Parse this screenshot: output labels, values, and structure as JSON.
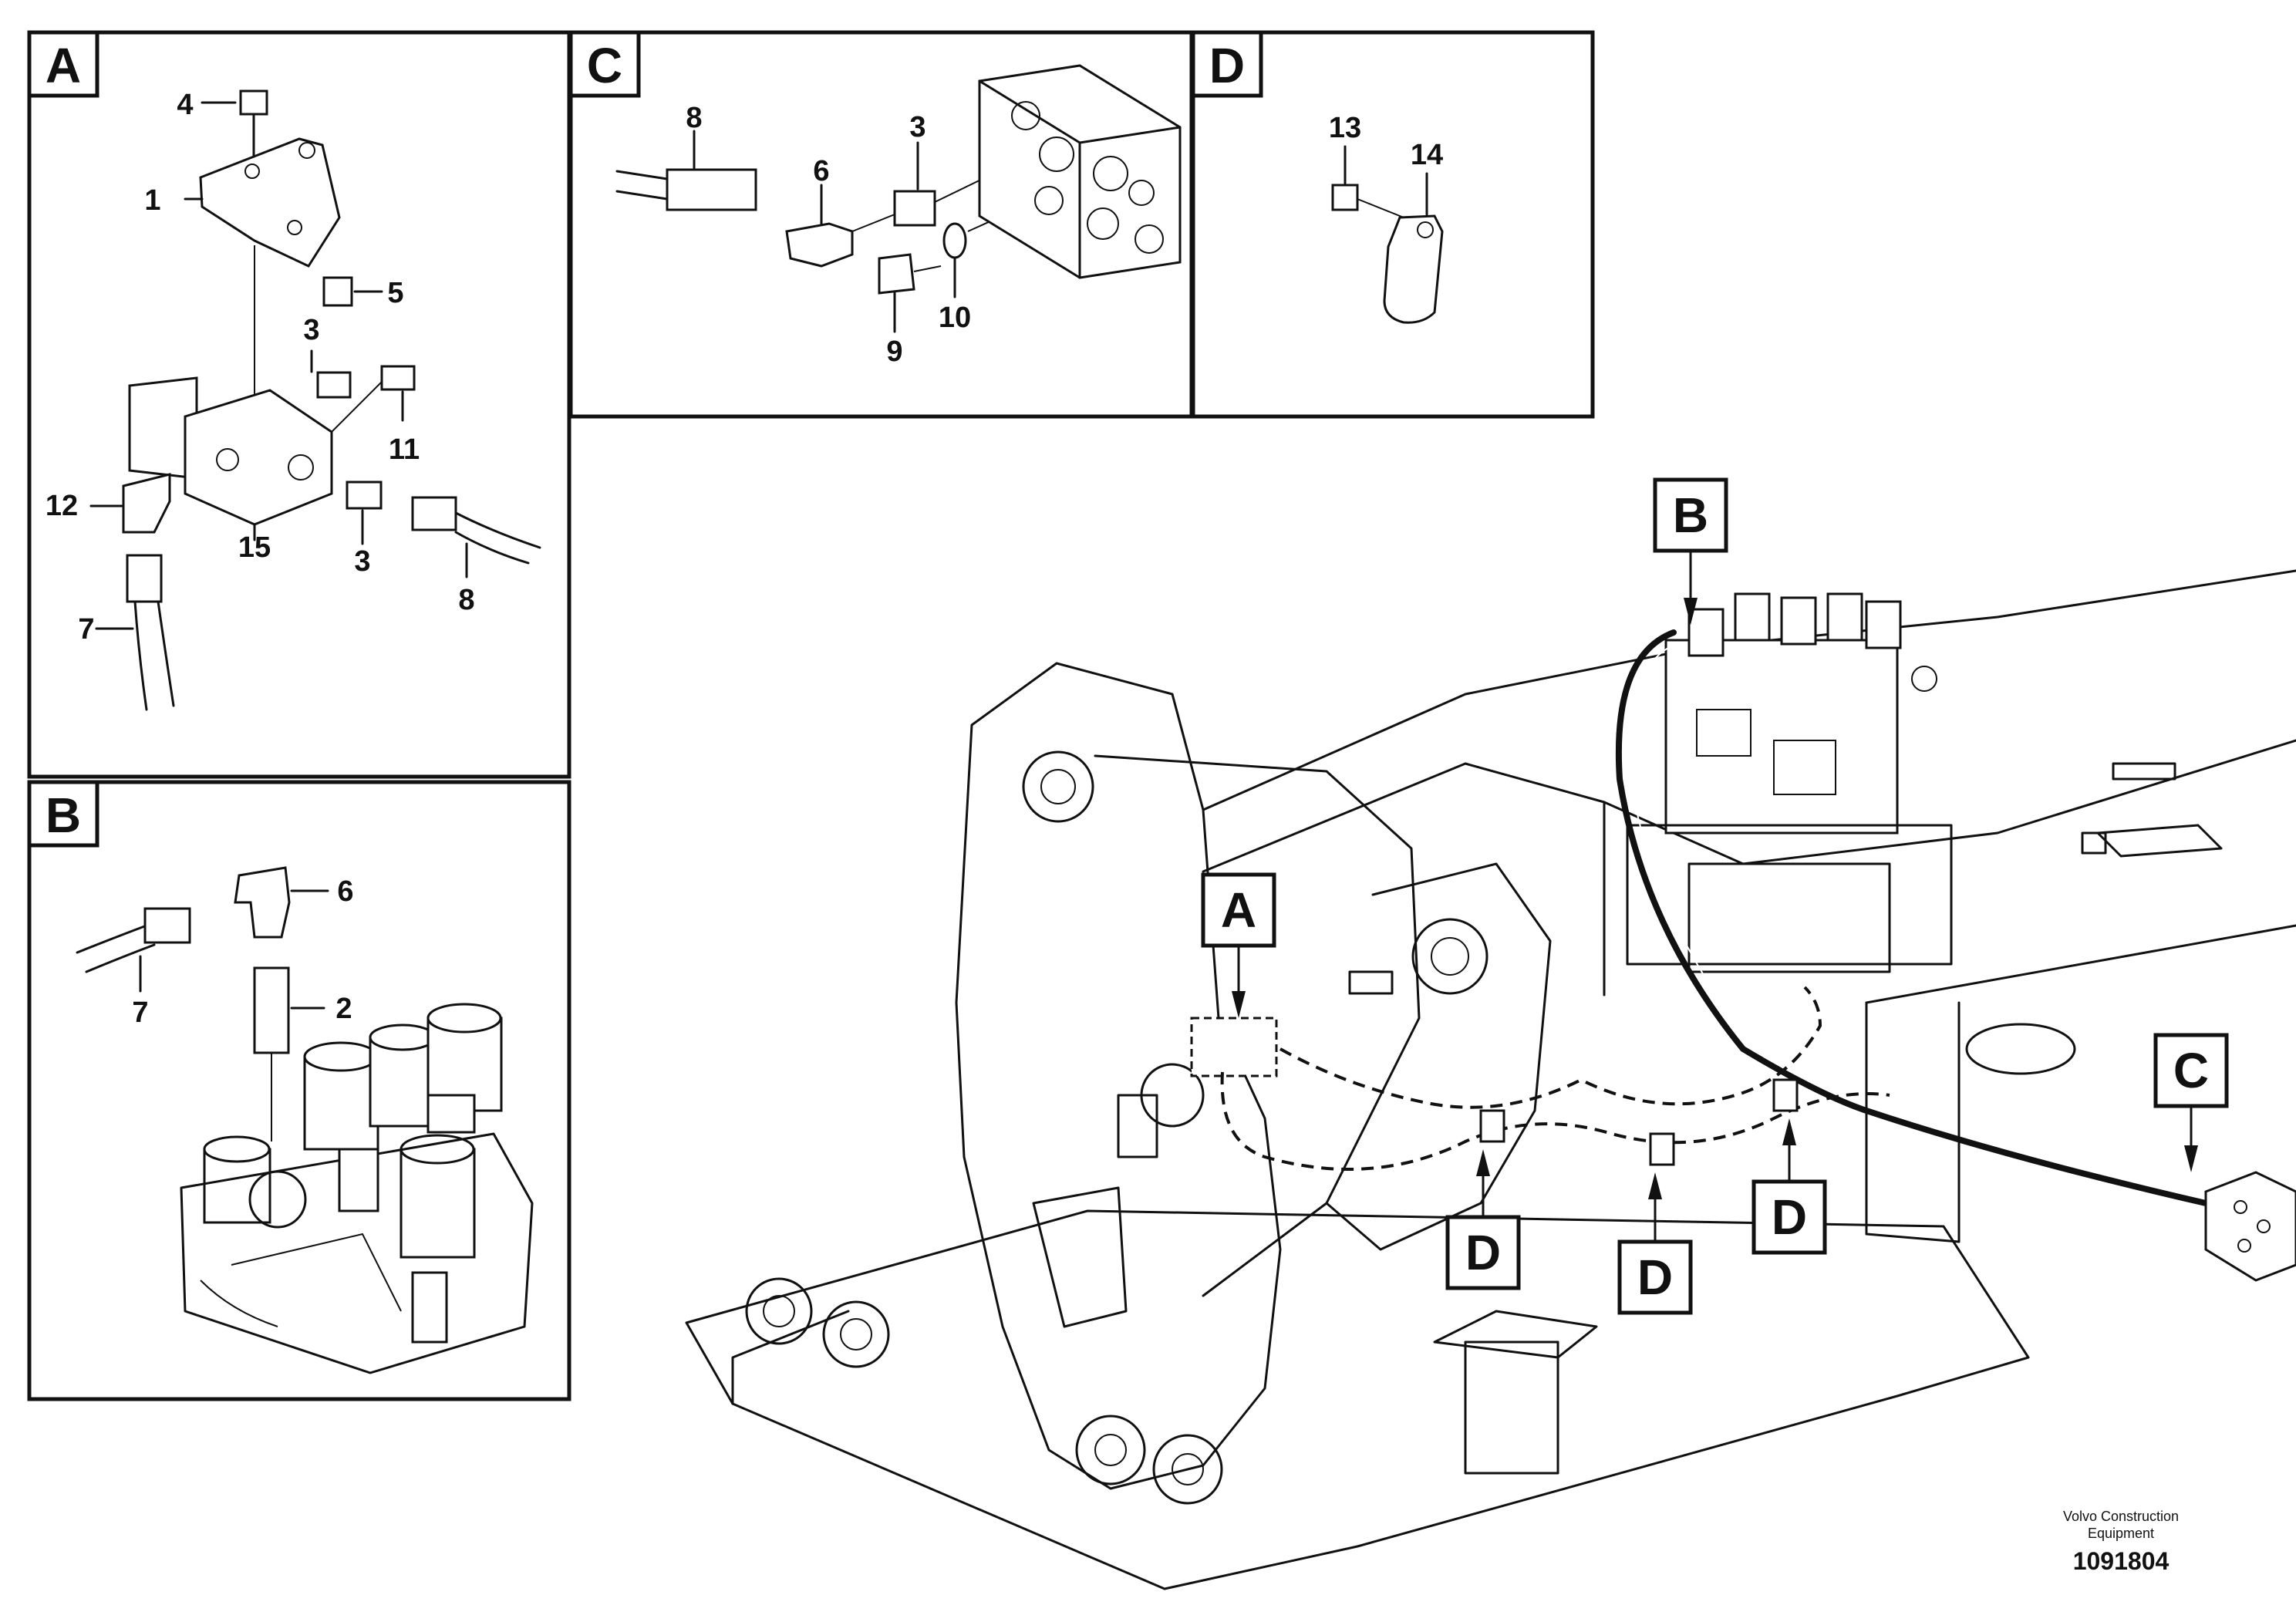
{
  "panels": [
    {
      "id": "A",
      "label": "A",
      "callouts": [
        "4",
        "1",
        "5",
        "3",
        "11",
        "12",
        "15",
        "3",
        "7",
        "8"
      ]
    },
    {
      "id": "B",
      "label": "B",
      "callouts": [
        "6",
        "2",
        "7"
      ]
    },
    {
      "id": "C",
      "label": "C",
      "callouts": [
        "8",
        "6",
        "3",
        "9",
        "10"
      ]
    },
    {
      "id": "D",
      "label": "D",
      "callouts": [
        "13",
        "14"
      ]
    }
  ],
  "main_view": {
    "markers": [
      "B",
      "A",
      "C",
      "D",
      "D",
      "D"
    ]
  },
  "footer": {
    "company_line1": "Volvo Construction",
    "company_line2": "Equipment",
    "drawing_number": "1091804"
  }
}
